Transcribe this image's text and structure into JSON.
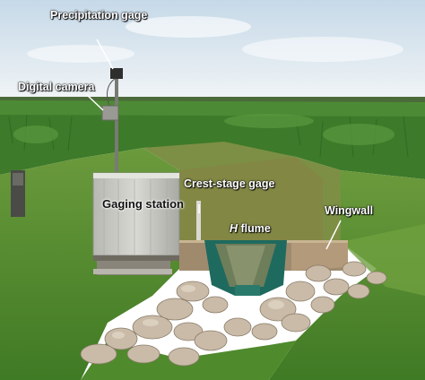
{
  "labels": {
    "precipitation_gage": "Precipitation gage",
    "digital_camera": "Digital camera",
    "gaging_station": "Gaging station",
    "crest_stage_gage": "Crest-stage gage",
    "wingwall": "Wingwall",
    "flume_prefix": "H",
    "flume_suffix": " flume"
  },
  "colors": {
    "sky_top": "#c9dbe9",
    "sky_bottom": "#f4f7f8",
    "corn": "#3f7a2c",
    "grass": "#5f9a3a",
    "gaging_station_box": "#c9c9c2",
    "flume": "#1f6a5e",
    "label_text": "#ffffff"
  }
}
